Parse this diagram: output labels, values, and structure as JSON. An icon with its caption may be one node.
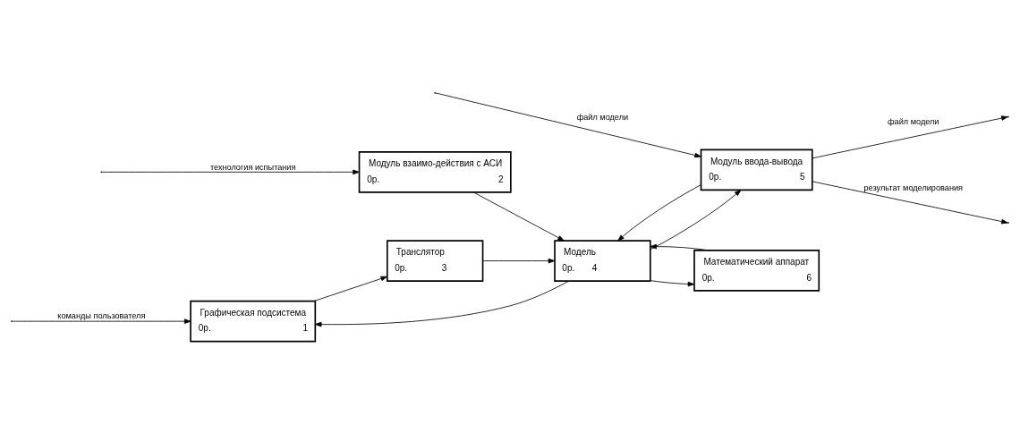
{
  "diagram": {
    "nodes": [
      {
        "text": [
          "Графическая подсистема",
          "0р.",
          "1"
        ]
      },
      {
        "text": [
          "Модуль взаимо-действия с АСИ",
          "0р.",
          "2"
        ]
      },
      {
        "text": [
          "Транслятор",
          "0р.",
          "3"
        ]
      },
      {
        "text": [
          "Модель",
          "0р.",
          "4"
        ]
      },
      {
        "text": [
          "Модуль ввода-вывода",
          "0р.",
          "5"
        ]
      },
      {
        "text": [
          "Математический аппарат",
          "0р.",
          "6"
        ]
      }
    ],
    "edges": [
      {
        "from": null,
        "to": 0,
        "arrow": "to",
        "label": "команды пользователя"
      },
      {
        "from": 0,
        "to": 2,
        "arrow": "to"
      },
      {
        "from": 2,
        "to": 3,
        "arrow": "to"
      },
      {
        "from": 3,
        "to": 0,
        "arrow": "to"
      },
      {
        "from": null,
        "to": 1,
        "arrow": "to",
        "label": "технология испытания"
      },
      {
        "from": 1,
        "to": 3,
        "arrow": "to"
      },
      {
        "from": null,
        "to": 4,
        "arrow": "to",
        "label": "файл модели"
      },
      {
        "from": 3,
        "to": 4,
        "arrow": "to"
      },
      {
        "from": 4,
        "to": null,
        "arrow": "to",
        "label": "файл модели"
      },
      {
        "from": 4,
        "to": null,
        "arrow": "to",
        "label": "результат моделирования"
      },
      {
        "from": 4,
        "to": 3,
        "arrow": "to"
      },
      {
        "from": 3,
        "to": 5,
        "arrow": "to"
      },
      {
        "from": 5,
        "to": 3,
        "arrow": "to"
      }
    ]
  }
}
